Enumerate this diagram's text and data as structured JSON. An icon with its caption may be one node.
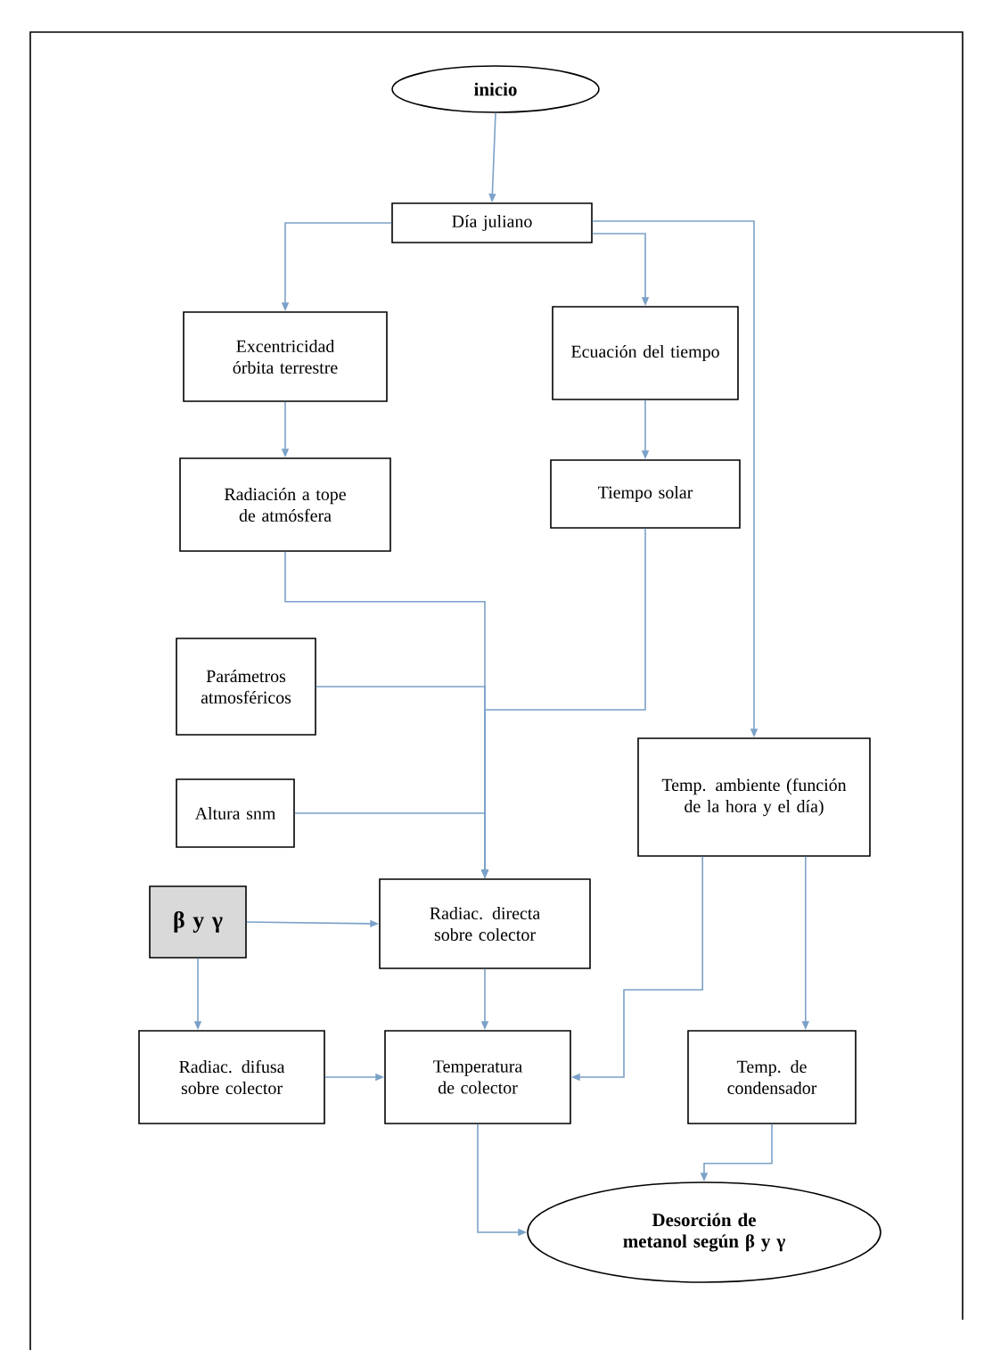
{
  "diagram": {
    "nodes": [
      {
        "text": [
          "inicio"
        ]
      },
      {
        "text": [
          "Día juliano"
        ]
      },
      {
        "text": [
          "Excentricidad órbita terrestre"
        ]
      },
      {
        "text": [
          "Ecuación del tiempo"
        ]
      },
      {
        "text": [
          "Radiación a tope de atmósfera"
        ]
      },
      {
        "text": [
          "Tiempo solar"
        ]
      },
      {
        "text": [
          "Parámetros atmosféricos"
        ]
      },
      {
        "text": [
          "Temp. ambiente (función de la hora y el día)"
        ]
      },
      {
        "text": [
          "Altura snm"
        ]
      },
      {
        "text": [
          "β y γ"
        ]
      },
      {
        "text": [
          "Radiac. directa sobre colector"
        ]
      },
      {
        "text": [
          "Radiac. difusa sobre colector"
        ]
      },
      {
        "text": [
          "Temperatura de colector"
        ]
      },
      {
        "text": [
          "Temp. de condensador"
        ]
      },
      {
        "text": [
          "Desorción de metanol según β y γ"
        ]
      }
    ],
    "edges": [
      {
        "from": 0,
        "to": 1,
        "arrow": "to"
      },
      {
        "from": 1,
        "to": 2,
        "arrow": "to"
      },
      {
        "from": 1,
        "to": 3,
        "arrow": "to"
      },
      {
        "from": 1,
        "to": 7,
        "arrow": "to"
      },
      {
        "from": 2,
        "to": 4,
        "arrow": "to"
      },
      {
        "from": 3,
        "to": 5,
        "arrow": "to"
      },
      {
        "from": 4,
        "to": 10,
        "arrow": "to"
      },
      {
        "from": 5,
        "to": 10,
        "arrow": "to"
      },
      {
        "from": 6,
        "to": 10,
        "arrow": "to"
      },
      {
        "from": 8,
        "to": 10,
        "arrow": "to"
      },
      {
        "from": 9,
        "to": 10,
        "arrow": "to"
      },
      {
        "from": 9,
        "to": 11,
        "arrow": "to"
      },
      {
        "from": 10,
        "to": 12,
        "arrow": "to"
      },
      {
        "from": 11,
        "to": 12,
        "arrow": "to"
      },
      {
        "from": 7,
        "to": 12,
        "arrow": "to"
      },
      {
        "from": 7,
        "to": 13,
        "arrow": "to"
      },
      {
        "from": 12,
        "to": 14,
        "arrow": "to"
      },
      {
        "from": 13,
        "to": 14,
        "arrow": "to"
      }
    ]
  }
}
